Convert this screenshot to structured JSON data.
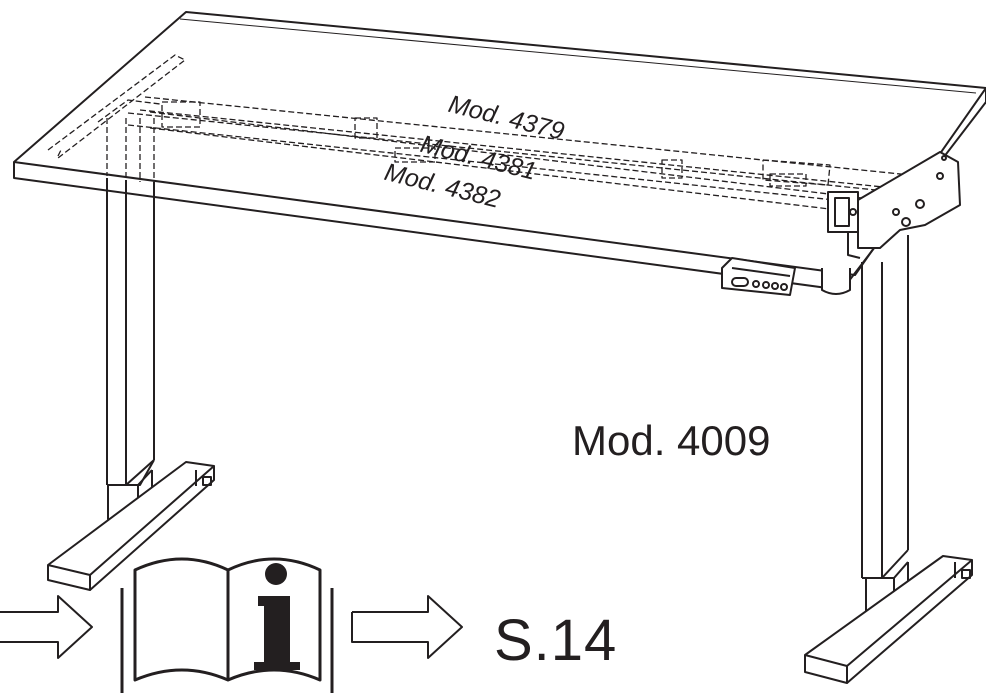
{
  "labels": {
    "top_model": "Mod. 4379",
    "middle_model": "Mod. 4381",
    "lower_model": "Mod. 4382",
    "frame_model": "Mod. 4009",
    "page_reference": "S.14"
  },
  "icons": {
    "manual": "info-manual-icon",
    "arrow": "right-arrow-icon",
    "control_panel": "control-panel-icon"
  },
  "colors": {
    "line": "#231f20",
    "background": "#ffffff"
  }
}
